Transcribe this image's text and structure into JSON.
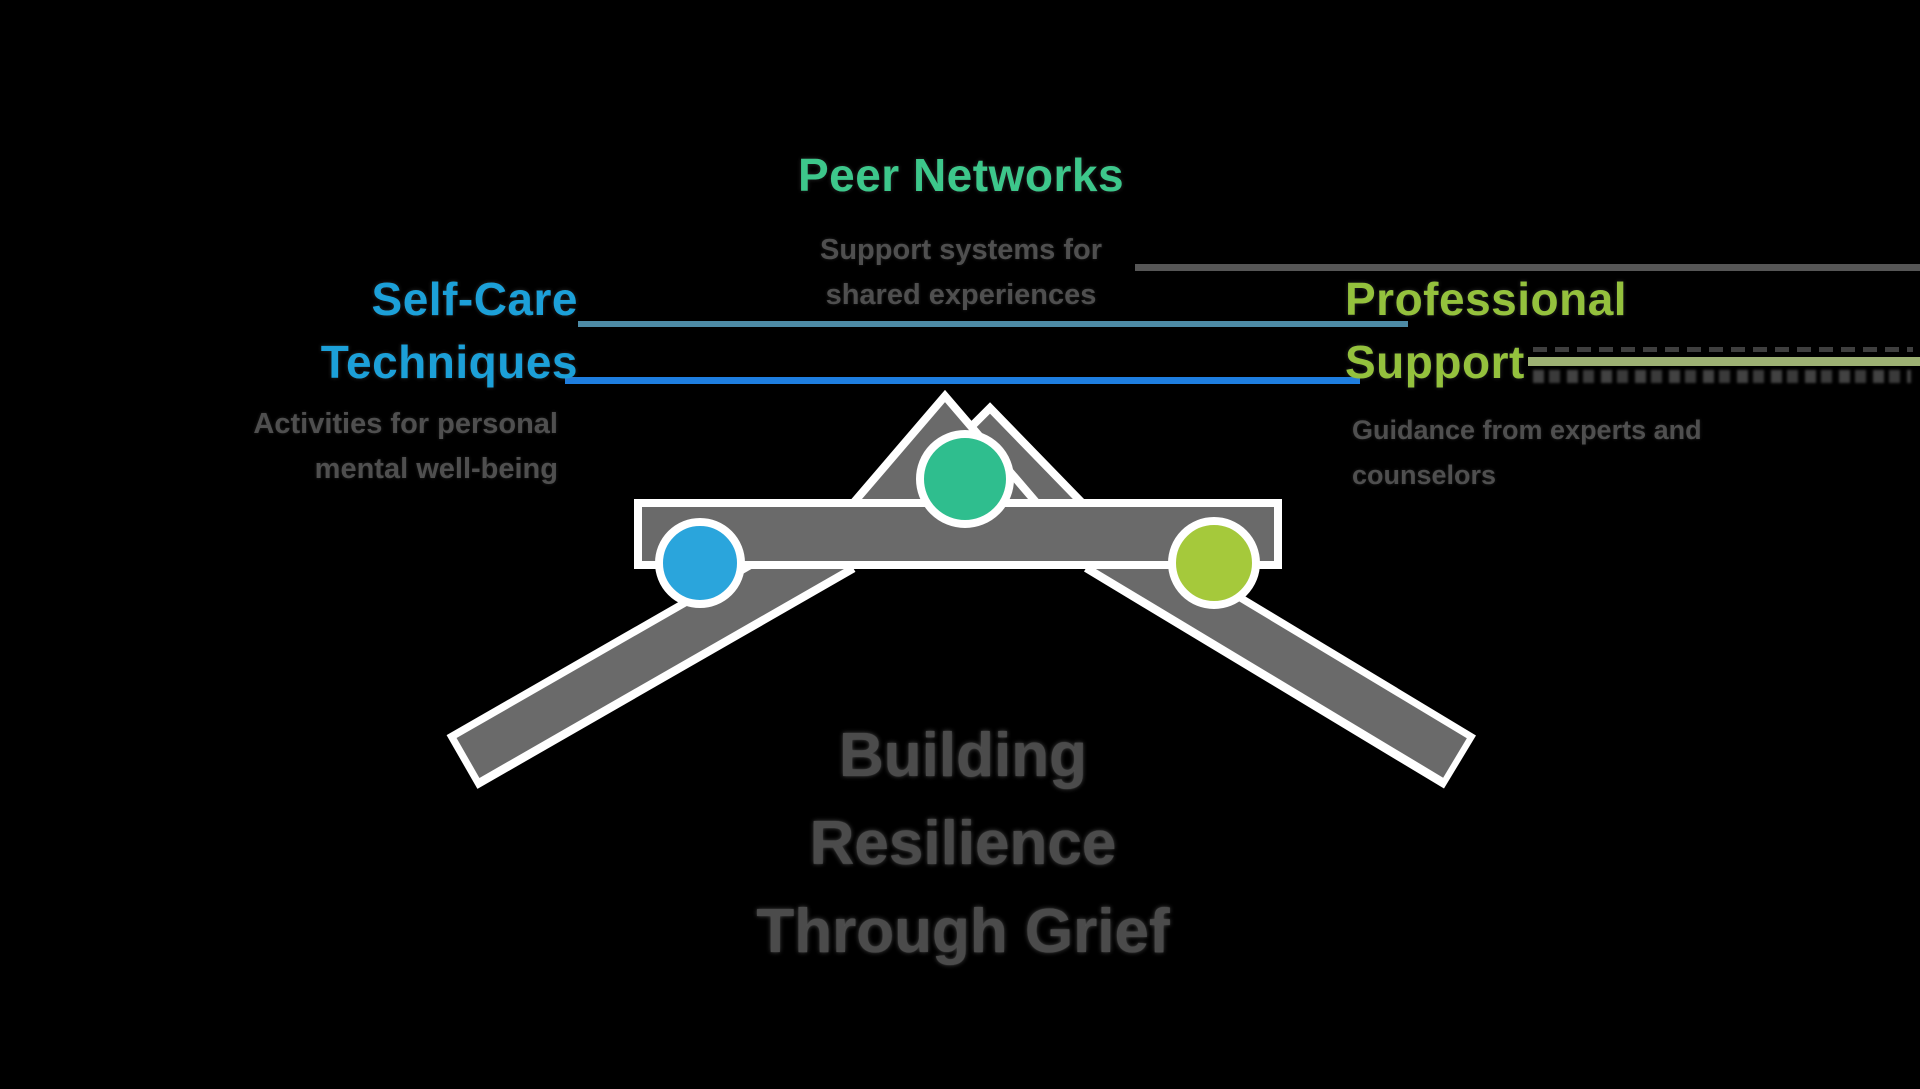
{
  "main_title": {
    "line1": "Building",
    "line2": "Resilience",
    "line3": "Through Grief"
  },
  "items": [
    {
      "id": "self-care",
      "title_line1": "Self-Care",
      "title_line2": "Techniques",
      "desc_line1": "Activities for personal",
      "desc_line2": "mental well-being",
      "accent_color": "#1ca0d8",
      "node_color": "#2aa5dc"
    },
    {
      "id": "peer-networks",
      "title": "Peer Networks",
      "desc_line1": "Support systems for",
      "desc_line2": "shared experiences",
      "accent_color": "#3dc78b",
      "node_color": "#2fbe8e"
    },
    {
      "id": "professional-support",
      "title_line1": "Professional",
      "title_line2": "Support",
      "desc_line1": "Guidance from experts and",
      "desc_line2": "counselors",
      "accent_color": "#94c13d",
      "node_color": "#a5c93b"
    }
  ],
  "decoration_colors": {
    "dark_leader_line": "#565656",
    "teal_leader_line": "#4d8ba6",
    "blue_leader_line": "#1e7ee0",
    "olive_leader_line": "#9db173",
    "seesaw_gray": "#6a6a6a",
    "outline_white": "#ffffff",
    "main_title_gray": "#4b4b4b",
    "description_gray": "#4f4f4f",
    "background": "#000000"
  }
}
